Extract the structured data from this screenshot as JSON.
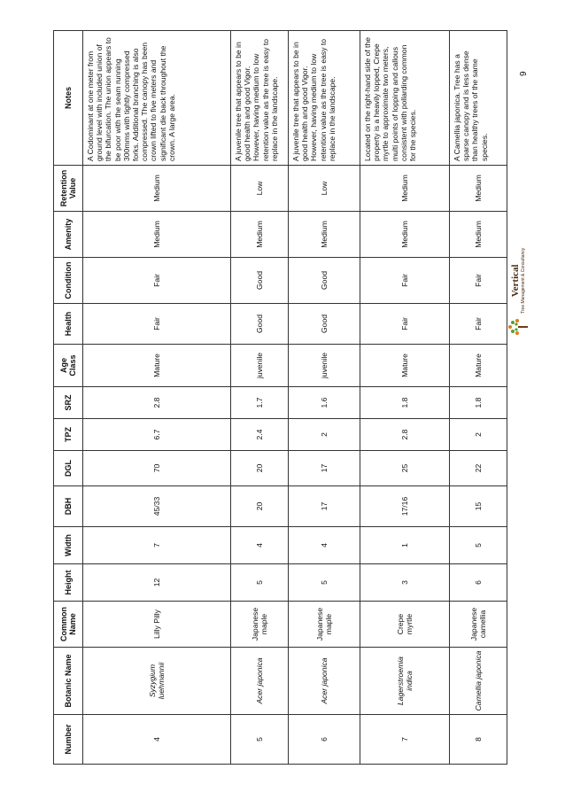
{
  "table": {
    "headers": [
      "Number",
      "Botanic Name",
      "Common Name",
      "Height",
      "Width",
      "DBH",
      "DGL",
      "TPZ",
      "SRZ",
      "Age Class",
      "Health",
      "Condition",
      "Amenity",
      "Retention Value",
      "Notes"
    ],
    "rows": [
      {
        "number": "4",
        "botanic": "Syzygium luehmannii",
        "common": "Lilly Pilly",
        "height": "12",
        "width": "7",
        "dbh": "45/33",
        "dgl": "70",
        "tpz": "6.7",
        "srz": "2.8",
        "age": "Mature",
        "health": "Fair",
        "condition": "Fair",
        "amenity": "Medium",
        "retention": "Medium",
        "notes": "A Codominant at one meter from ground level with included union of the bifurcation. The union appears to be poor with the seam running 300mms with tightly compressed forks. Additional branching is also compressed. The canopy has been crown lifted to five meters and significant die back throughout the crown. A large area."
      },
      {
        "number": "5",
        "botanic": "Acer japonica",
        "common": "Japanese maple",
        "height": "5",
        "width": "4",
        "dbh": "20",
        "dgl": "20",
        "tpz": "2.4",
        "srz": "1.7",
        "age": "juvenile",
        "health": "Good",
        "condition": "Good",
        "amenity": "Medium",
        "retention": "Low",
        "notes": "A juvenile tree that appears to be in good health and good Vigor. However, having medium to low retention value as the tree is easy to replace in the landscape."
      },
      {
        "number": "6",
        "botanic": "Acer japonica",
        "common": "Japanese maple",
        "height": "5",
        "width": "4",
        "dbh": "17",
        "dgl": "17",
        "tpz": "2",
        "srz": "1.6",
        "age": "juvenile",
        "health": "Good",
        "condition": "Good",
        "amenity": "Medium",
        "retention": "Low",
        "notes": "A juvenile tree that appears to be in good health and good Vigor. However, having medium to low retention value as the tree is easy to replace in the landscape."
      },
      {
        "number": "7",
        "botanic": "Lagerstroemia indica",
        "common": "Crepe myrtle",
        "height": "3",
        "width": "1",
        "dbh": "17/16",
        "dgl": "25",
        "tpz": "2.8",
        "srz": "1.8",
        "age": "Mature",
        "health": "Fair",
        "condition": "Fair",
        "amenity": "Medium",
        "retention": "Medium",
        "notes": "Located on the right-hand side of the property is a heavily lopped, Crepe myrtle to approximate two meters, multi points of lopping and callous consistent with pollarding common for the species."
      },
      {
        "number": "8",
        "botanic": "Camellia japonica",
        "common": "Japanese camellia",
        "height": "6",
        "width": "5",
        "dbh": "15",
        "dgl": "22",
        "tpz": "2",
        "srz": "1.8",
        "age": "Mature",
        "health": "Fair",
        "condition": "Fair",
        "amenity": "Medium",
        "retention": "Medium",
        "notes": "A Camellia japonica. Tree has a sparse canopy and is less dense than healthy trees of the same species."
      }
    ]
  },
  "logo": {
    "brand": "Vertical",
    "tagline": "Tree Management & Consultancy"
  },
  "page_number": "9"
}
